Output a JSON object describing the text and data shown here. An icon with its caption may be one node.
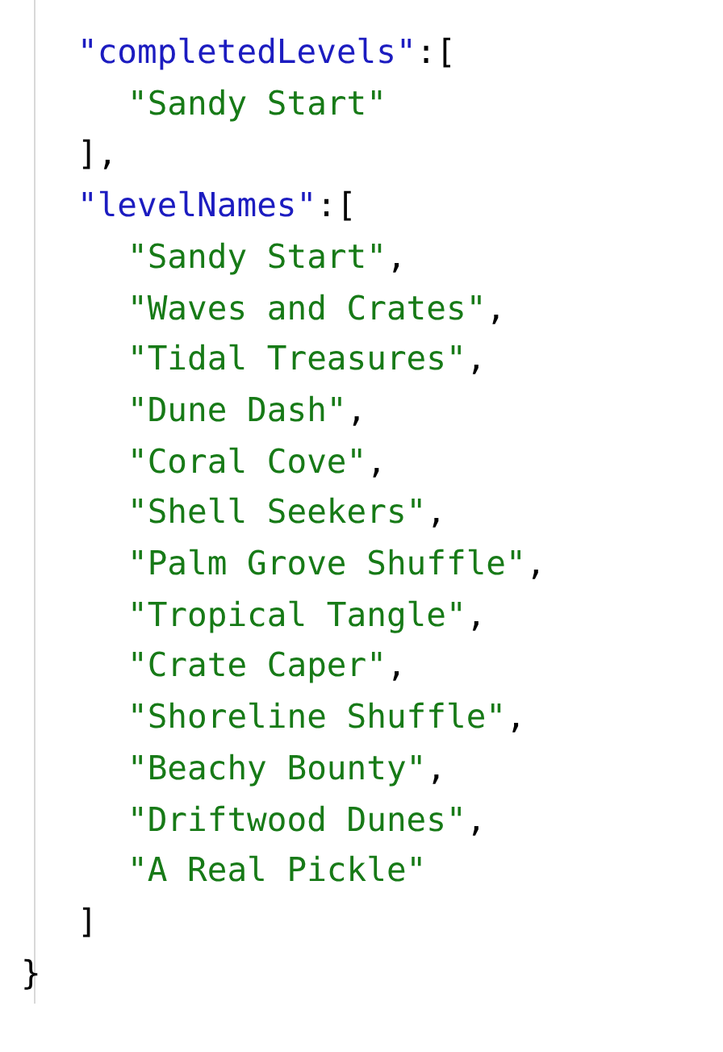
{
  "diagram": {
    "labels": [
      "\"completedLevels\":[",
      "\"Sandy Start\"",
      "],",
      "\"levelNames\":[",
      "\"Sandy Start\",",
      "\"Waves and Crates\",",
      "\"Tidal Treasures\",",
      "\"Dune Dash\",",
      "\"Coral Cove\",",
      "\"Shell Seekers\",",
      "\"Palm Grove Shuffle\",",
      "\"Tropical Tangle\",",
      "\"Crate Caper\",",
      "\"Shoreline Shuffle\",",
      "\"Beachy Bounty\",",
      "\"Driftwood Dunes\",",
      "\"A Real Pickle\"",
      "]",
      "}"
    ]
  }
}
